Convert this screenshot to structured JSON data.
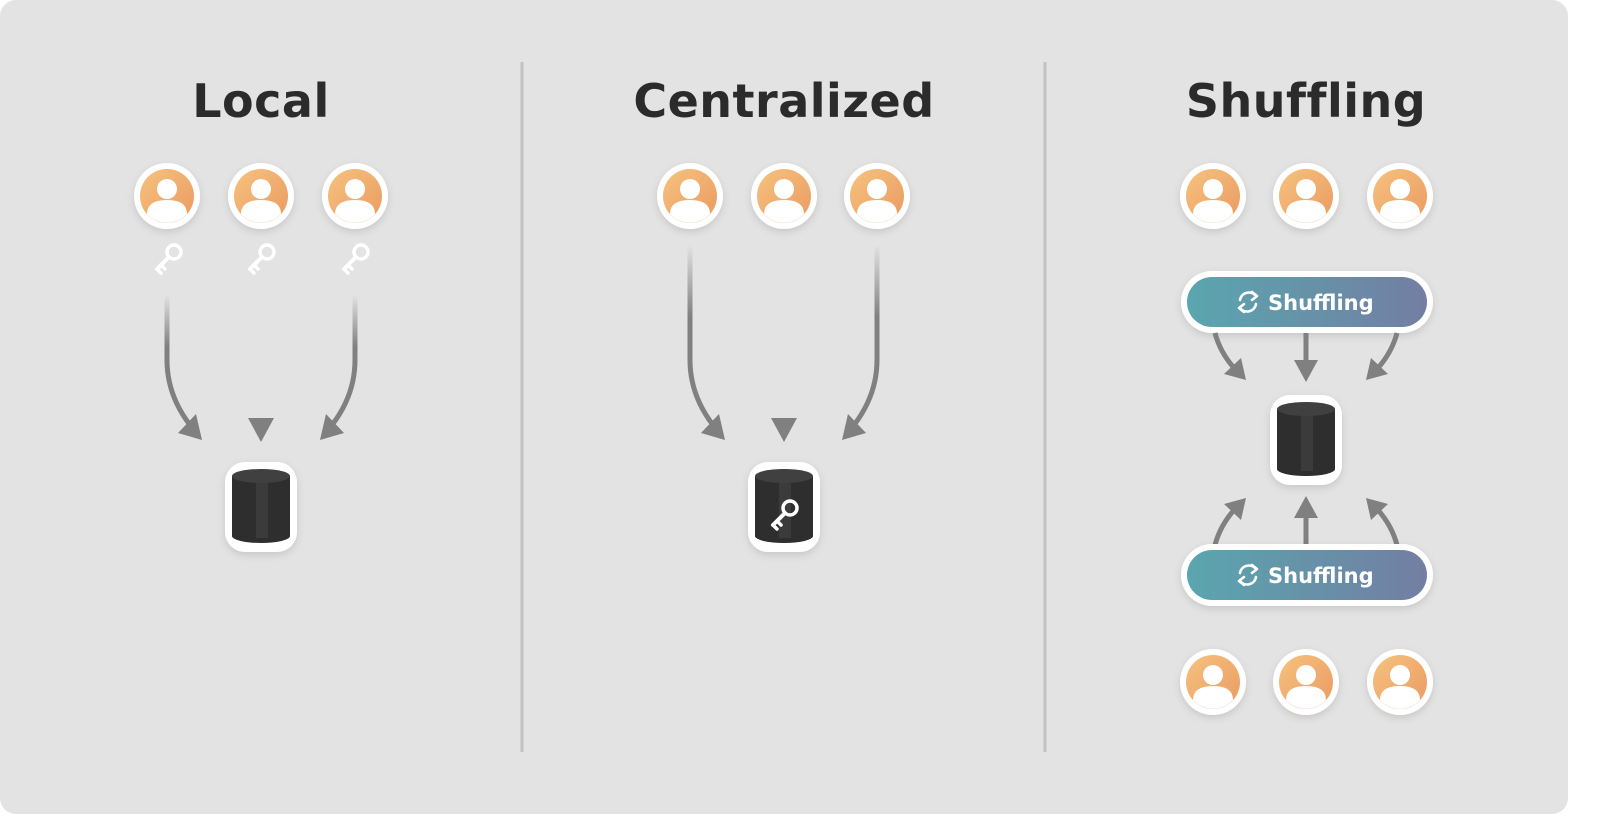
{
  "sections": [
    {
      "title": "Local"
    },
    {
      "title": "Centralized"
    },
    {
      "title": "Shuffling",
      "stages": [
        {
          "label": "Shuffling"
        },
        {
          "label": "Shuffling"
        }
      ]
    }
  ],
  "colors": {
    "background": "#e3e3e3",
    "divider": "#c2c2c2",
    "title": "#2b2b2b",
    "arrow": "#808080",
    "user_light": "#f6c27e",
    "user_dark": "#ea9a62",
    "database": "#2e2e2e",
    "pill_start": "#5aa6ae",
    "pill_end": "#737ea3"
  },
  "icons": [
    "user-avatar-icon",
    "key-icon",
    "database-icon",
    "shuffle-icon"
  ]
}
